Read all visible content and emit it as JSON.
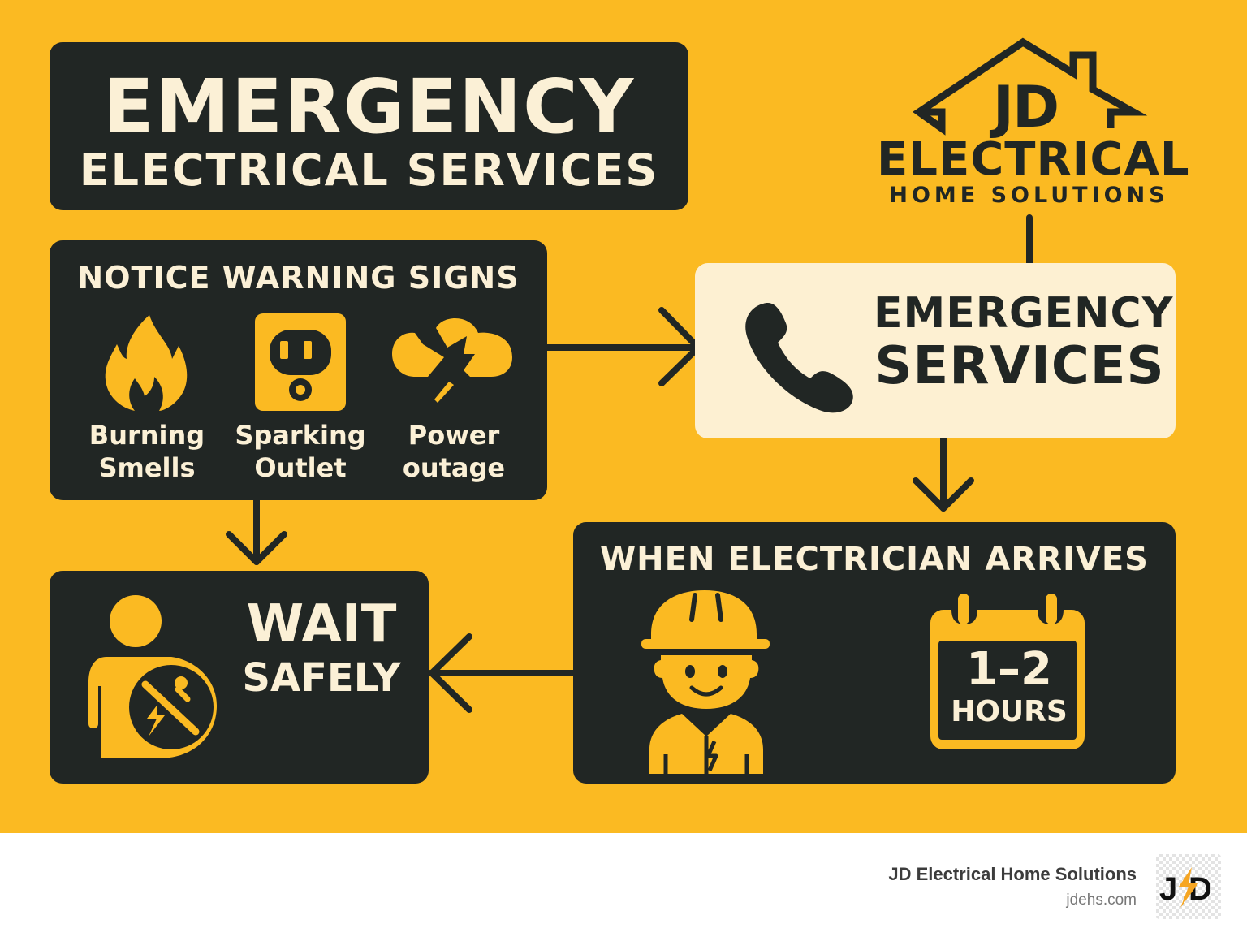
{
  "colors": {
    "background": "#fbba22",
    "panel_dark": "#212624",
    "panel_cream": "#fdf0d2",
    "text_cream": "#fbf0d6",
    "accent_yellow": "#fbba22",
    "footer_bg": "#ffffff"
  },
  "title": {
    "line1": "EMERGENCY",
    "line2": "ELECTRICAL SERVICES"
  },
  "logo": {
    "monogram": "JD",
    "name": "ELECTRICAL",
    "tagline": "HOME SOLUTIONS",
    "icon": "house-roof-icon"
  },
  "steps": {
    "notice": {
      "title": "NOTICE WARNING SIGNS",
      "signs": [
        {
          "icon": "flame-icon",
          "line1": "Burning",
          "line2": "Smells"
        },
        {
          "icon": "outlet-icon",
          "line1": "Sparking",
          "line2": "Outlet"
        },
        {
          "icon": "cloud-lightning-icon",
          "line1": "Power",
          "line2": "outage"
        }
      ]
    },
    "emergency_services": {
      "icon": "phone-icon",
      "line1": "EMERGENCY",
      "line2": "SERVICES"
    },
    "wait": {
      "icon": "person-no-electricity-icon",
      "line1": "WAIT",
      "line2": "SAFELY"
    },
    "arrives": {
      "title": "WHEN ELECTRICIAN ARRIVES",
      "icon_person": "electrician-hardhat-icon",
      "icon_calendar": "calendar-icon",
      "time_value": "1–2",
      "time_unit": "HOURS"
    }
  },
  "flow": [
    {
      "from": "notice",
      "to": "emergency_services",
      "direction": "right"
    },
    {
      "from": "notice",
      "to": "wait",
      "direction": "down"
    },
    {
      "from": "logo",
      "to": "emergency_services",
      "direction": "down"
    },
    {
      "from": "emergency_services",
      "to": "arrives",
      "direction": "down"
    },
    {
      "from": "arrives",
      "to": "wait",
      "direction": "left"
    }
  ],
  "footer": {
    "brand": "JD Electrical Home Solutions",
    "url": "jdehs.com",
    "logo_text": "JD"
  }
}
